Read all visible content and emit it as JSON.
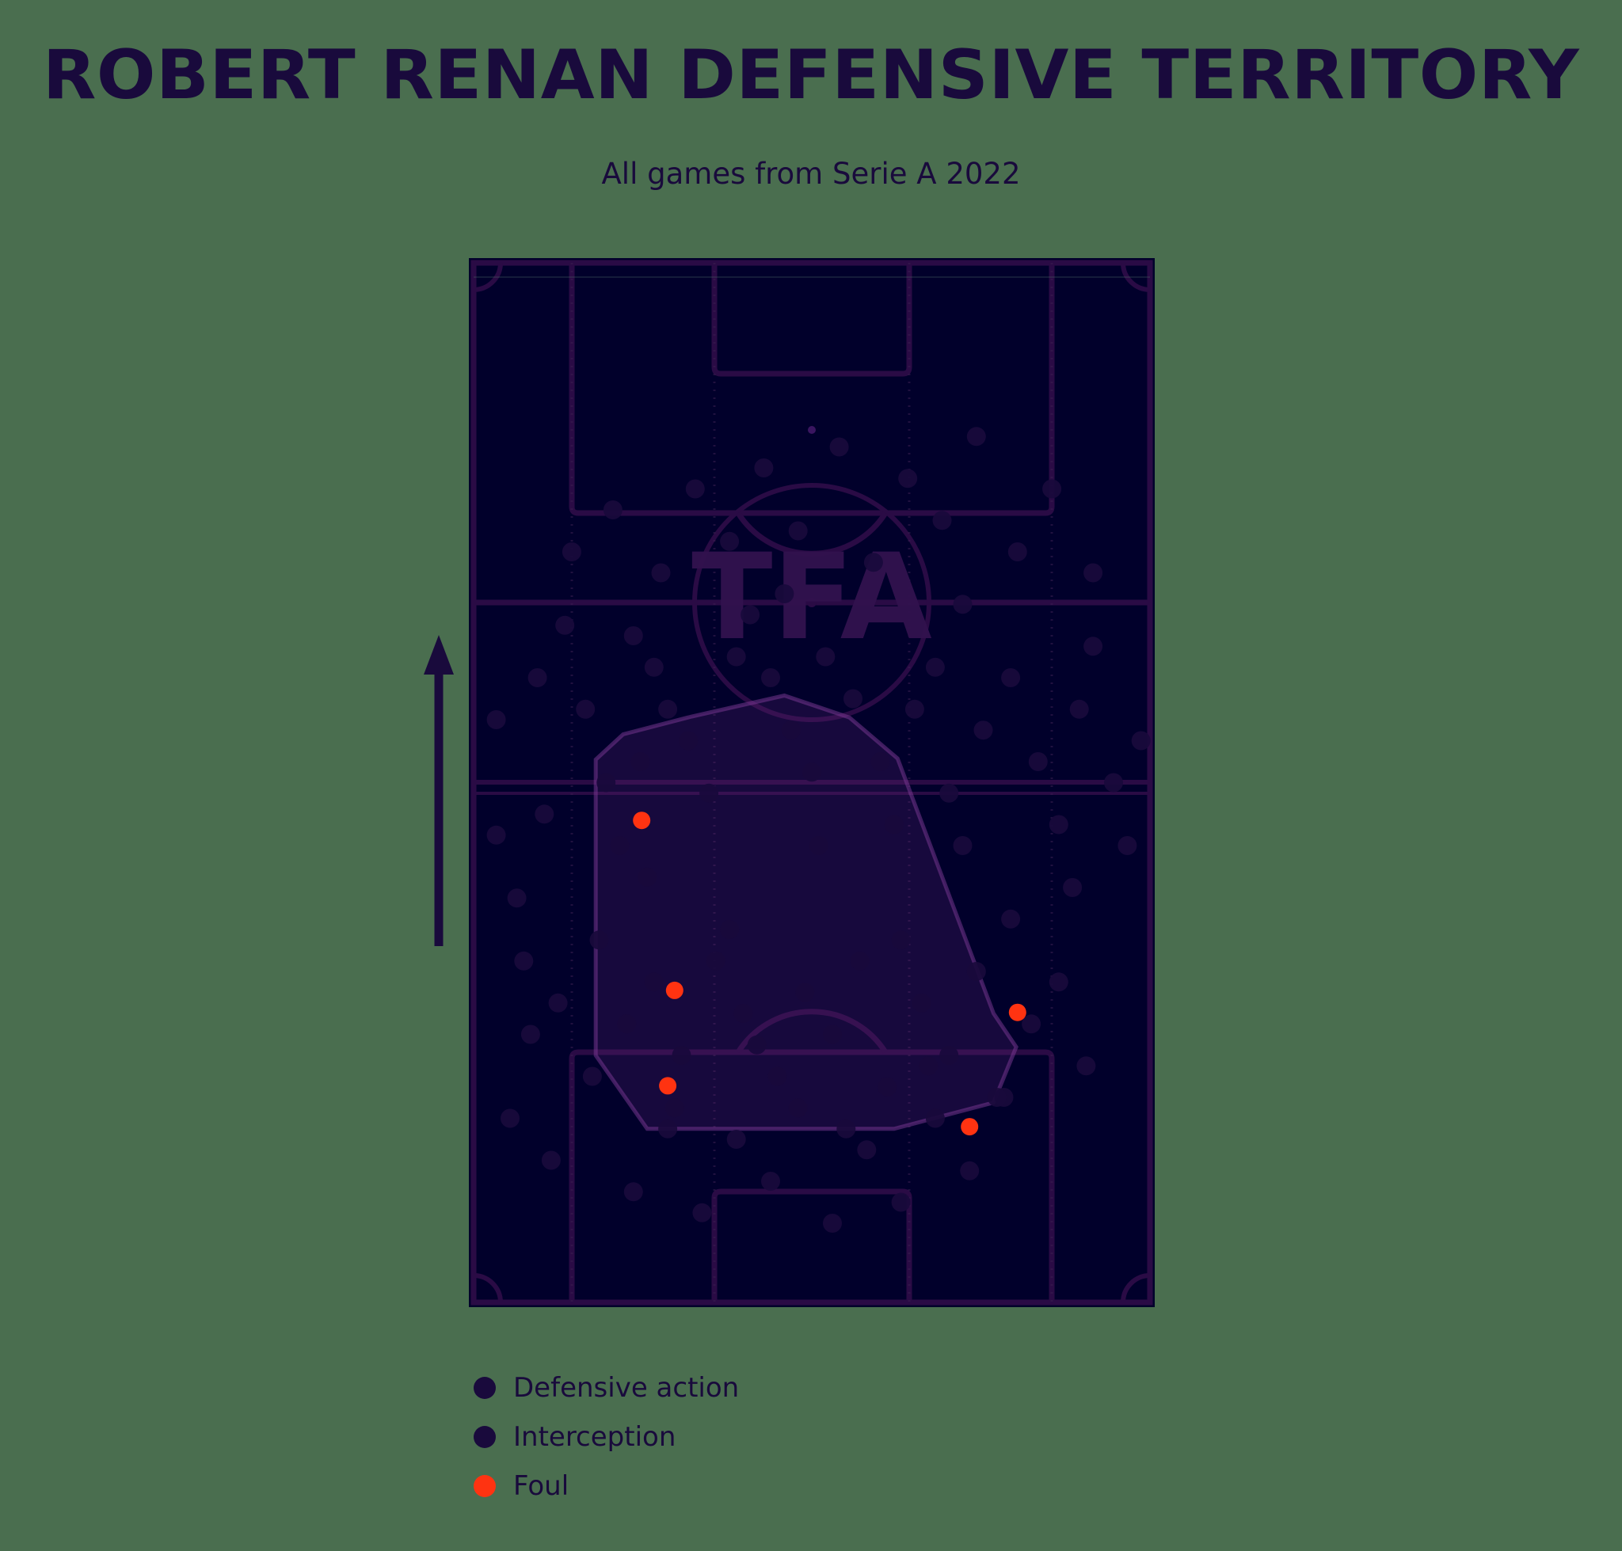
{
  "header": {
    "title": "ROBERT RENAN DEFENSIVE TERRITORY",
    "subtitle": "All games from Serie A 2022"
  },
  "watermark": {
    "text": "TFA"
  },
  "direction_arrow": {
    "name": "attacking-direction-arrow",
    "direction": "up"
  },
  "legend": {
    "items": [
      {
        "label": "Defensive action",
        "color": "#190a3c",
        "icon": "circle-icon"
      },
      {
        "label": "Interception",
        "color": "#190a3c",
        "icon": "circle-icon"
      },
      {
        "label": "Foul",
        "color": "#ff3311",
        "icon": "circle-icon"
      }
    ]
  },
  "colors": {
    "page_background": "#4a6e4f",
    "pitch_fill": "#01002b",
    "pitch_lines": "#2a0b45",
    "text": "#190a3c",
    "hull_fill": "#2d0f4a",
    "hull_stroke": "#6a2a80",
    "defensive_action": "#190a3c",
    "interception": "#190a3c",
    "foul": "#ff3311"
  },
  "chart_data": {
    "type": "scatter",
    "title": "ROBERT RENAN DEFENSIVE TERRITORY",
    "subtitle": "All games from Serie A 2022",
    "xlabel": "",
    "ylabel": "",
    "xlim": [
      0,
      100
    ],
    "ylim": [
      0,
      100
    ],
    "grid": false,
    "legend_position": "below-left",
    "pitch": {
      "orientation": "vertical",
      "attacking_direction": "up",
      "markings": [
        "halfway-line",
        "center-circle",
        "center-spot",
        "top-penalty-area",
        "top-six-yard-box",
        "top-penalty-spot",
        "top-penalty-arc",
        "bottom-penalty-area",
        "bottom-six-yard-box",
        "bottom-penalty-arc",
        "corner-arcs"
      ]
    },
    "series": [
      {
        "name": "Defensive action",
        "color": "#190a3c",
        "marker": "circle",
        "points": [
          [
            4,
            56
          ],
          [
            10,
            60
          ],
          [
            17,
            57
          ],
          [
            11,
            47
          ],
          [
            4,
            45
          ],
          [
            7,
            39
          ],
          [
            22,
            44
          ],
          [
            25,
            52
          ],
          [
            24,
            64
          ],
          [
            27,
            61
          ],
          [
            29,
            57
          ],
          [
            35,
            49
          ],
          [
            32,
            54
          ],
          [
            39,
            62
          ],
          [
            41,
            66
          ],
          [
            44,
            60
          ],
          [
            47,
            55
          ],
          [
            50,
            51
          ],
          [
            52,
            62
          ],
          [
            56,
            58
          ],
          [
            60,
            52
          ],
          [
            62,
            46
          ],
          [
            65,
            57
          ],
          [
            68,
            61
          ],
          [
            70,
            49
          ],
          [
            72,
            44
          ],
          [
            75,
            55
          ],
          [
            79,
            60
          ],
          [
            83,
            52
          ],
          [
            86,
            46
          ],
          [
            89,
            57
          ],
          [
            91,
            63
          ],
          [
            94,
            50
          ],
          [
            96,
            44
          ],
          [
            98,
            54
          ],
          [
            8,
            33
          ],
          [
            13,
            29
          ],
          [
            19,
            35
          ],
          [
            23,
            27
          ],
          [
            27,
            31
          ],
          [
            31,
            24
          ],
          [
            36,
            33
          ],
          [
            40,
            28
          ],
          [
            45,
            22
          ],
          [
            49,
            30
          ],
          [
            53,
            26
          ],
          [
            57,
            33
          ],
          [
            61,
            21
          ],
          [
            66,
            29
          ],
          [
            70,
            24
          ],
          [
            74,
            32
          ],
          [
            78,
            20
          ],
          [
            82,
            27
          ],
          [
            86,
            31
          ],
          [
            90,
            23
          ],
          [
            6,
            18
          ],
          [
            12,
            14
          ],
          [
            18,
            22
          ],
          [
            24,
            11
          ],
          [
            29,
            17
          ],
          [
            34,
            9
          ],
          [
            39,
            16
          ],
          [
            44,
            12
          ],
          [
            48,
            19
          ],
          [
            53,
            8
          ],
          [
            58,
            15
          ],
          [
            63,
            10
          ],
          [
            68,
            18
          ],
          [
            73,
            13
          ],
          [
            77,
            20
          ],
          [
            15,
            72
          ],
          [
            21,
            76
          ],
          [
            28,
            70
          ],
          [
            33,
            78
          ],
          [
            38,
            73
          ],
          [
            43,
            80
          ],
          [
            48,
            74
          ],
          [
            54,
            82
          ],
          [
            59,
            71
          ],
          [
            64,
            79
          ],
          [
            69,
            75
          ],
          [
            74,
            83
          ],
          [
            80,
            72
          ],
          [
            85,
            78
          ],
          [
            91,
            70
          ]
        ]
      },
      {
        "name": "Interception",
        "color": "#190a3c",
        "marker": "circle",
        "points": [
          [
            14,
            65
          ],
          [
            26,
            41
          ],
          [
            38,
            36
          ],
          [
            51,
            44
          ],
          [
            63,
            35
          ],
          [
            30,
            19
          ],
          [
            42,
            25
          ],
          [
            55,
            17
          ],
          [
            67,
            23
          ],
          [
            79,
            37
          ],
          [
            9,
            26
          ],
          [
            20,
            50
          ],
          [
            46,
            68
          ],
          [
            72,
            67
          ],
          [
            88,
            40
          ]
        ]
      },
      {
        "name": "Foul",
        "color": "#ff3311",
        "marker": "circle",
        "points": [
          [
            25.2,
            46.4
          ],
          [
            30.0,
            30.2
          ],
          [
            29.0,
            21.1
          ],
          [
            80.0,
            28.1
          ],
          [
            73.0,
            17.2
          ]
        ]
      }
    ],
    "convex_hull": {
      "name": "defensive-territory-hull",
      "fill": "#2d0f4a",
      "stroke": "#6a2a80",
      "vertices": [
        [
          18.5,
          52.2
        ],
        [
          22.5,
          54.6
        ],
        [
          32.5,
          56.3
        ],
        [
          46.0,
          58.3
        ],
        [
          55.5,
          56.2
        ],
        [
          62.5,
          52.3
        ],
        [
          76.5,
          28.0
        ],
        [
          79.8,
          24.8
        ],
        [
          76.5,
          19.5
        ],
        [
          62.0,
          17.0
        ],
        [
          26.0,
          17.0
        ],
        [
          18.5,
          24.0
        ]
      ]
    }
  }
}
